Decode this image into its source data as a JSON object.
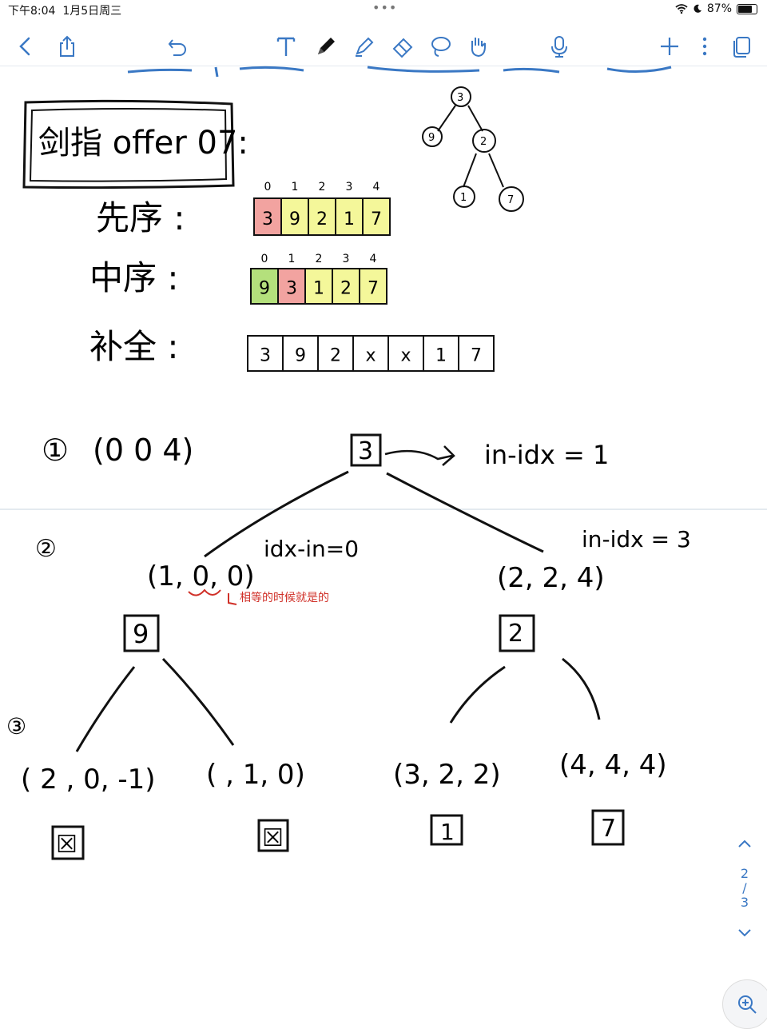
{
  "status": {
    "time": "下午8:04",
    "date": "1月5日周三",
    "battery": "87%",
    "battery_level": 0.87
  },
  "toolbar": {
    "icons": [
      "back-icon",
      "share-icon",
      "undo-icon",
      "text-tool-icon",
      "pen-tool-icon",
      "highlighter-tool-icon",
      "eraser-tool-icon",
      "lasso-tool-icon",
      "hand-tool-icon",
      "microphone-icon",
      "add-page-icon",
      "more-icon",
      "pages-icon"
    ],
    "accent": "#3a78c4"
  },
  "note": {
    "title": "剑指 offer 07:",
    "rows": [
      {
        "label": "先序 :",
        "indices": [
          "0",
          "1",
          "2",
          "3",
          "4"
        ],
        "cells": [
          "3",
          "9",
          "2",
          "1",
          "7"
        ],
        "colors": [
          "#f2a3a0",
          "#f4f79a",
          "#f4f79a",
          "#f4f79a",
          "#f4f79a"
        ]
      },
      {
        "label": "中序 :",
        "indices": [
          "0",
          "1",
          "2",
          "3",
          "4"
        ],
        "cells": [
          "9",
          "3",
          "1",
          "2",
          "7"
        ],
        "colors": [
          "#b4e07c",
          "#f2a3a0",
          "#f4f79a",
          "#f4f79a",
          "#f4f79a"
        ]
      },
      {
        "label": "补全 :",
        "cells": [
          "3",
          "9",
          "2",
          "x",
          "x",
          "1",
          "7"
        ]
      }
    ],
    "tree": {
      "root": "3",
      "left": "9",
      "right": "2",
      "right_left": "1",
      "right_right": "7"
    },
    "step1": {
      "num": "①",
      "call": "(0  0  4)"
    },
    "root_box": "3",
    "root_note": "in-idx = 1",
    "step2": {
      "num": "②",
      "left_call": "(1, 0, 0)",
      "left_note": "idx-in=0",
      "right_call": "(2, 2, 4)",
      "right_note": "in-idx = 3",
      "red_note": "相等的时候就是的"
    },
    "level2": {
      "left_box": "9",
      "right_box": "2"
    },
    "step3": {
      "num": "③",
      "calls": [
        "( 2 , 0, -1)",
        "(    , 1, 0)",
        "(3, 2, 2)",
        "(4, 4, 4)"
      ],
      "boxes": [
        "☒",
        "☒",
        "1",
        "7"
      ]
    }
  },
  "pager": {
    "current": "2",
    "sep": "/",
    "total": "3"
  }
}
